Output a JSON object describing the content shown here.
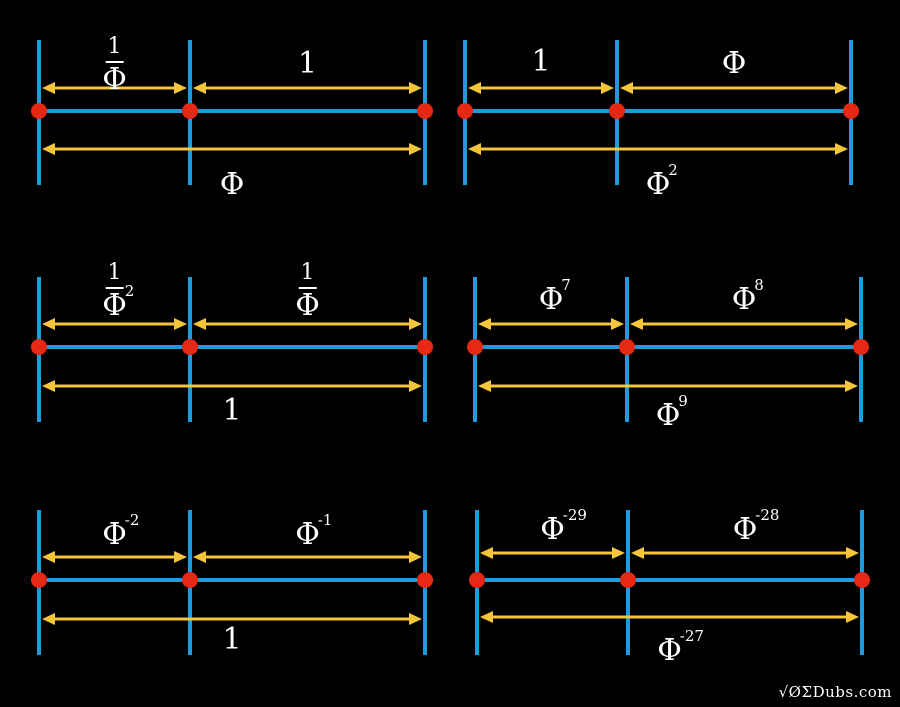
{
  "colors": {
    "background": "#000000",
    "tick": "#1e9bdc",
    "segment": "#1e9bdc",
    "arrow": "#f5c53c",
    "point": "#e62814",
    "text": "#ffffff"
  },
  "panels": [
    {
      "left": {
        "kind": "frac",
        "num": "1",
        "den": "Φ"
      },
      "right": {
        "kind": "text",
        "text": "1"
      },
      "total": {
        "kind": "text",
        "text": "Φ"
      }
    },
    {
      "left": {
        "kind": "text",
        "text": "1"
      },
      "right": {
        "kind": "text",
        "text": "Φ"
      },
      "total": {
        "kind": "pow",
        "base": "Φ",
        "exp": "2"
      }
    },
    {
      "left": {
        "kind": "frac",
        "num": "1",
        "den": "Φ",
        "den_exp": "2"
      },
      "right": {
        "kind": "frac",
        "num": "1",
        "den": "Φ"
      },
      "total": {
        "kind": "text",
        "text": "1"
      }
    },
    {
      "left": {
        "kind": "pow",
        "base": "Φ",
        "exp": "7"
      },
      "right": {
        "kind": "pow",
        "base": "Φ",
        "exp": "8"
      },
      "total": {
        "kind": "pow",
        "base": "Φ",
        "exp": "9"
      }
    },
    {
      "left": {
        "kind": "pow",
        "base": "Φ",
        "exp": "-2"
      },
      "right": {
        "kind": "pow",
        "base": "Φ",
        "exp": "-1"
      },
      "total": {
        "kind": "text",
        "text": "1"
      }
    },
    {
      "left": {
        "kind": "pow",
        "base": "Φ",
        "exp": "-29"
      },
      "right": {
        "kind": "pow",
        "base": "Φ",
        "exp": "-28"
      },
      "total": {
        "kind": "pow",
        "base": "Φ",
        "exp": "-27"
      }
    }
  ],
  "watermark": "√ØΣDubs.com"
}
